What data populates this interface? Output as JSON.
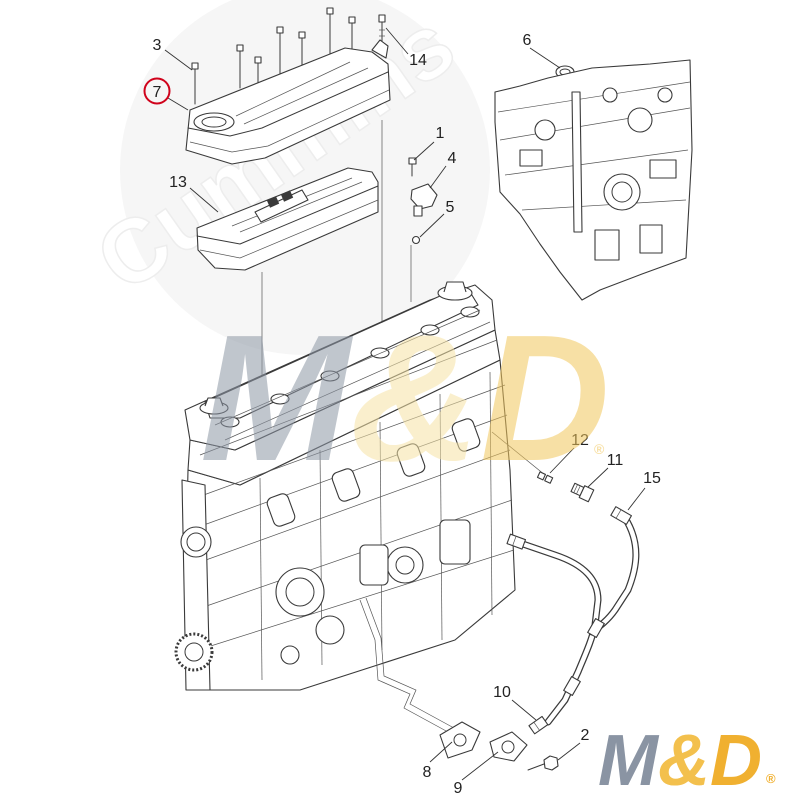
{
  "callouts": [
    "1",
    "2",
    "3",
    "4",
    "5",
    "6",
    "7",
    "8",
    "9",
    "10",
    "11",
    "12",
    "13",
    "14",
    "15"
  ],
  "watermark": {
    "brand": "Cummins",
    "logo_m": "M",
    "logo_amp": "&",
    "logo_d": "D",
    "registered": "®"
  },
  "corner_logo": {
    "m": "M",
    "amp": "&",
    "d": "D",
    "registered": "®"
  },
  "colors": {
    "line": "#3a3a3a",
    "highlight": "#d0021b",
    "logo_gray": "#8a94a3",
    "logo_yellow": "#f2b83a"
  }
}
